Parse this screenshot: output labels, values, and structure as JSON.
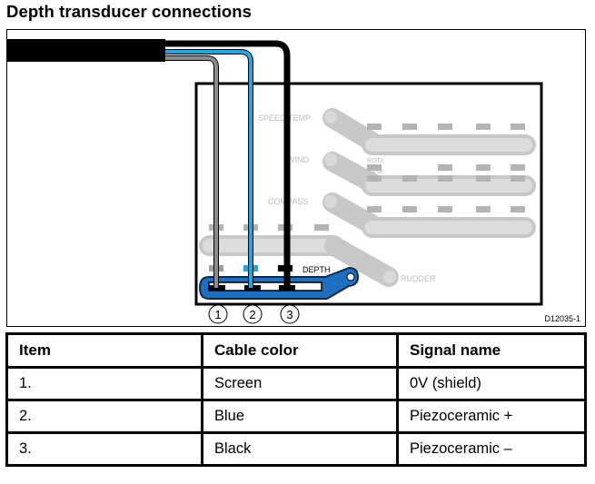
{
  "title": "Depth transducer connections",
  "figure": {
    "id_label": "D12035-1",
    "connector_labels": {
      "speed_temp": "SPEED/TEMP",
      "wind": "WIND",
      "rota": "ROTA",
      "vane": "VANE",
      "compass": "COMPASS",
      "depth": "DEPTH",
      "rudder": "RUDDER"
    },
    "callouts": [
      "1",
      "2",
      "3"
    ],
    "wire_colors": {
      "screen": "#8c8c8c",
      "blue": "#29a3dd",
      "black": "#000000",
      "depth_connector": "#1f6fc0",
      "inactive_connector": "#c8c8c8"
    }
  },
  "table": {
    "headers": [
      "Item",
      "Cable color",
      "Signal name"
    ],
    "rows": [
      [
        "1.",
        "Screen",
        "0V (shield)"
      ],
      [
        "2.",
        "Blue",
        "Piezoceramic +"
      ],
      [
        "3.",
        "Black",
        "Piezoceramic –"
      ]
    ]
  }
}
